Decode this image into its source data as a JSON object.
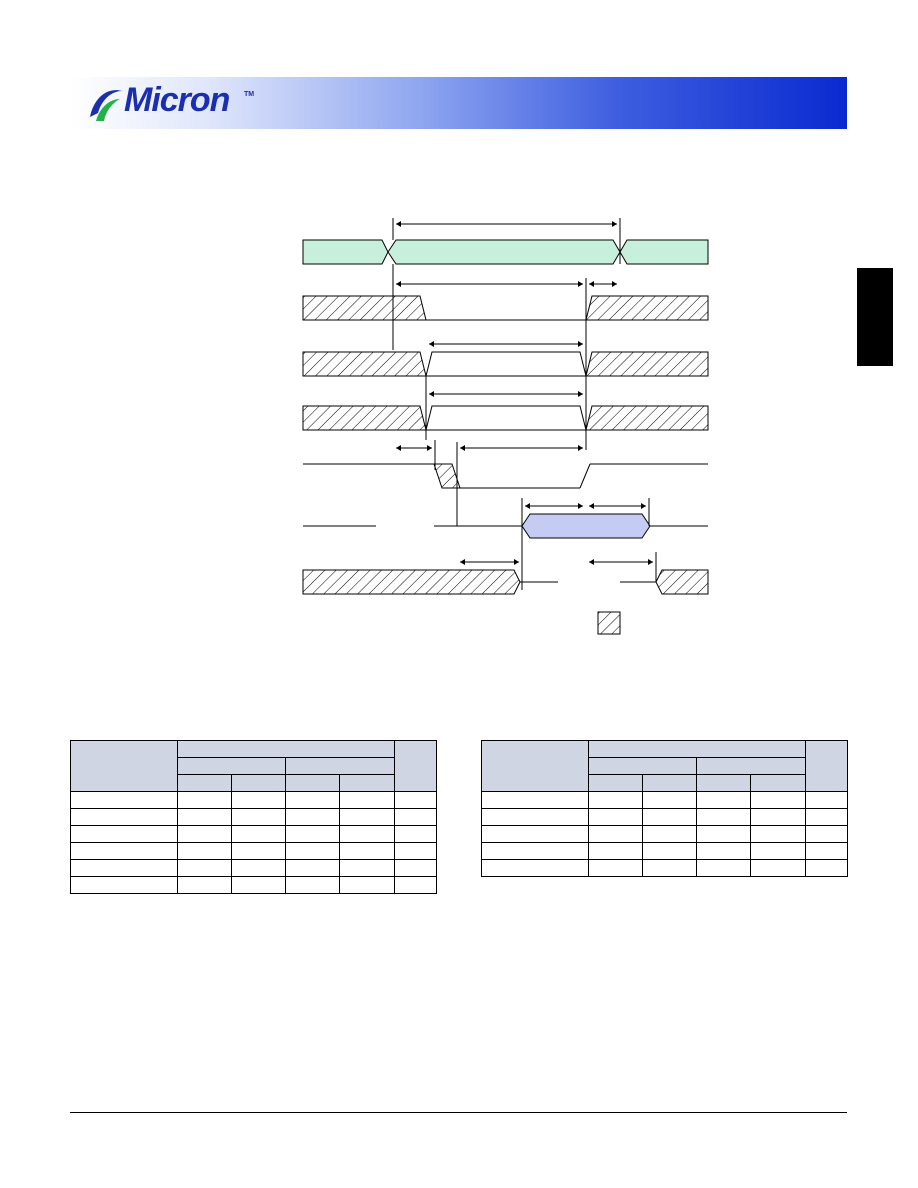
{
  "header": {
    "logo_text": "Micron",
    "logo_tm": "TM",
    "colors": {
      "logo": "#1a2fb0",
      "bar_end": "#0a2ad0",
      "table_header": "#d0d5e3",
      "valid_fill": "#c7f0dc",
      "data_fill": "#c5ccf3"
    }
  },
  "diagram": {
    "icons": [
      "dont-care-legend-hatch-icon"
    ]
  },
  "tables": {
    "left": {
      "rows": 6
    },
    "right": {
      "rows": 5
    }
  }
}
